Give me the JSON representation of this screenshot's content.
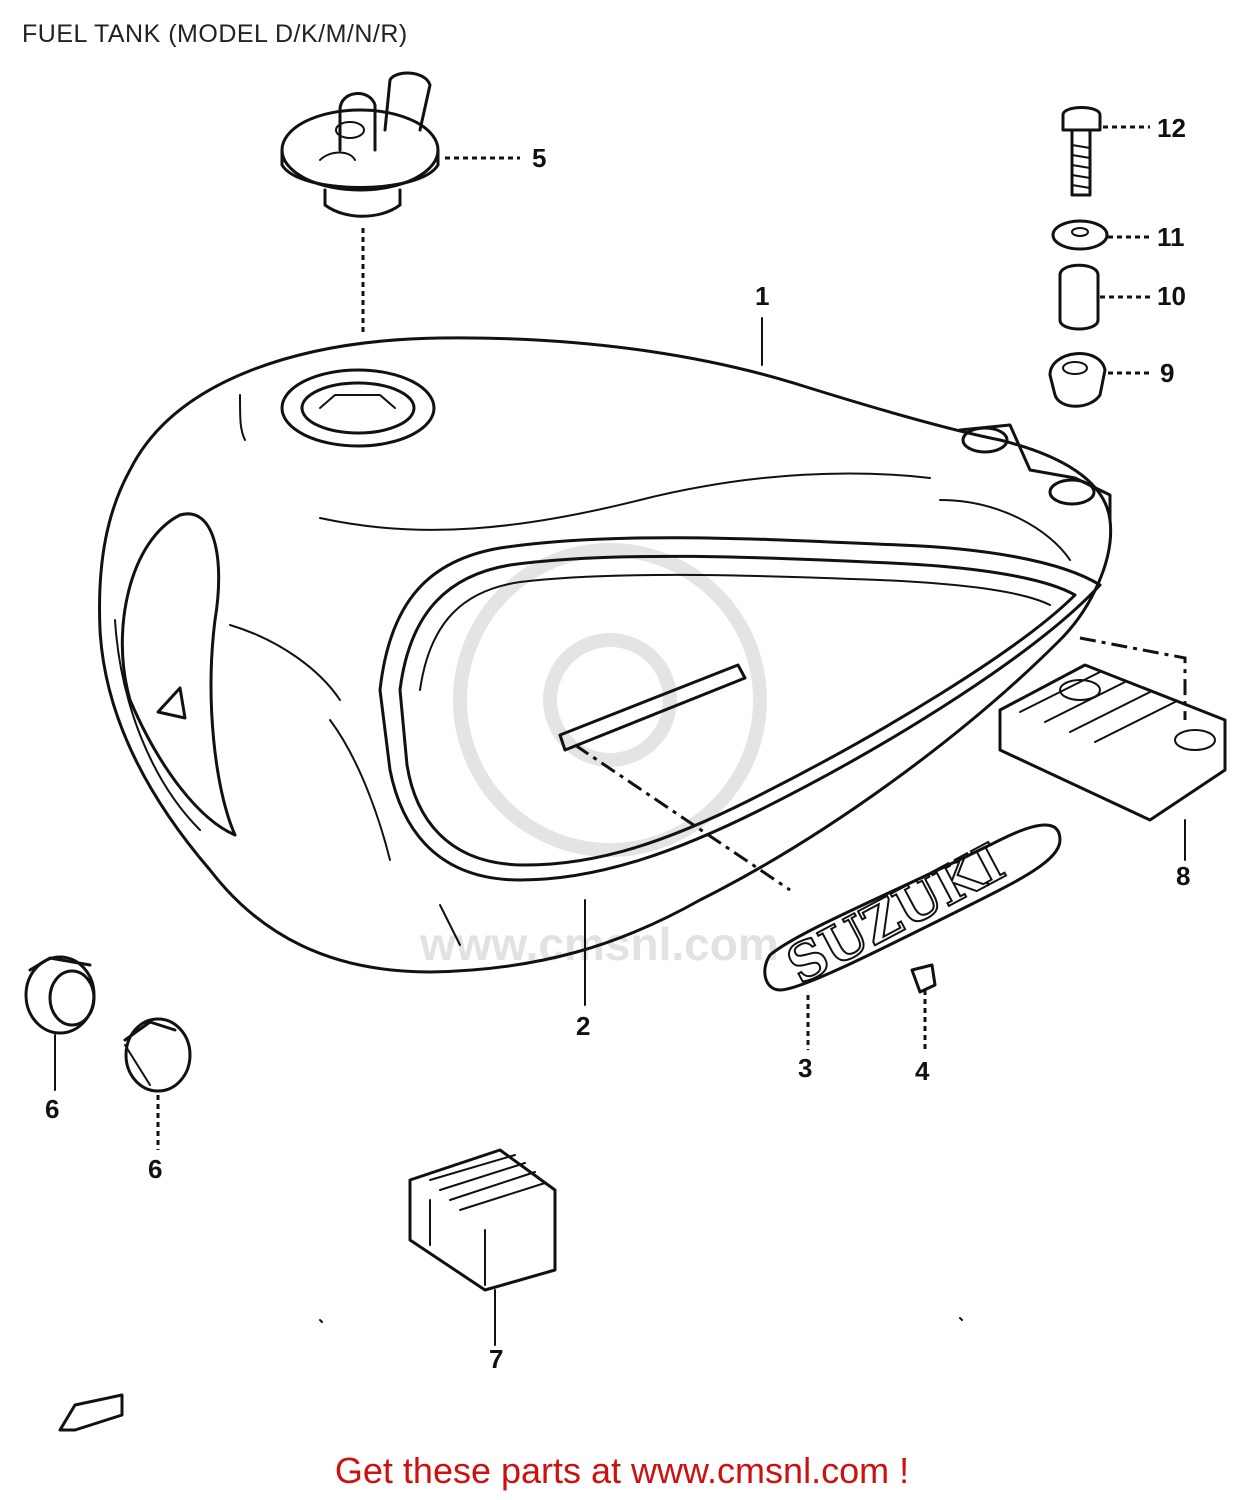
{
  "title": "FUEL TANK (MODEL D/K/M/N/R)",
  "footer": "Get these parts at www.cmsnl.com !",
  "watermark": "www.cmsnl.com",
  "emblem_text": "SUZUKI",
  "callouts": {
    "c1": "1",
    "c2": "2",
    "c3": "3",
    "c4": "4",
    "c5": "5",
    "c6a": "6",
    "c6b": "6",
    "c7": "7",
    "c8": "8",
    "c9": "9",
    "c10": "10",
    "c11": "11",
    "c12": "12"
  },
  "colors": {
    "footer": "#cc1111",
    "ink": "#111111",
    "watermark": "#e2e2e2"
  }
}
